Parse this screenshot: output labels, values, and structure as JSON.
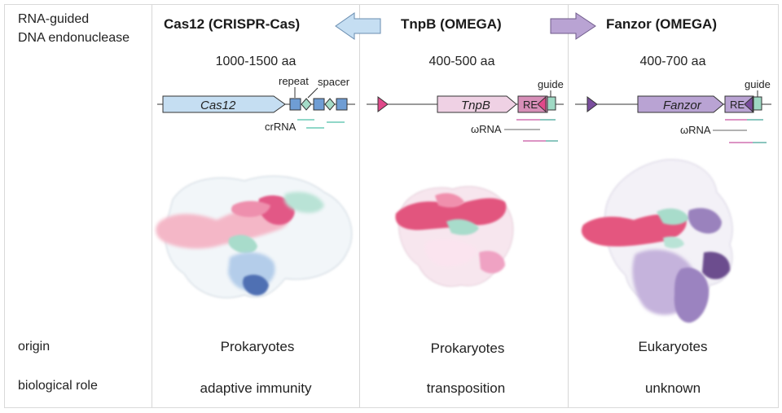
{
  "header_label": [
    "RNA-guided",
    "DNA endonuclease"
  ],
  "row_labels": {
    "origin": "origin",
    "role": "biological role"
  },
  "columns": [
    {
      "title": "Cas12 (CRISPR-Cas)",
      "size": "1000-1500 aa",
      "gene": "Cas12",
      "labels": {
        "repeat": "repeat",
        "spacer": "spacer",
        "rna": "crRNA"
      },
      "origin": "Prokaryotes",
      "role": "adaptive immunity",
      "gene_color": "#c5def2"
    },
    {
      "title": "TnpB (OMEGA)",
      "size": "400-500 aa",
      "gene": "TnpB",
      "labels": {
        "re": "RE",
        "guide": "guide",
        "rna": "ωRNA"
      },
      "origin": "Prokaryotes",
      "role": "transposition",
      "gene_color": "#efd1e4"
    },
    {
      "title": "Fanzor (OMEGA)",
      "size": "400-700 aa",
      "gene": "Fanzor",
      "labels": {
        "re": "RE",
        "guide": "guide",
        "rna": "ωRNA"
      },
      "origin": "Eukaryotes",
      "role": "unknown",
      "gene_color": "#b9a3d3"
    }
  ],
  "colors": {
    "cas_arrow": "#c5def2",
    "fanzor_arrow": "#b9a3d3",
    "repeat_box": "#6f9dd4",
    "spacer_diamond": "#a5dcc8",
    "guide_box": "#9fd9c4",
    "re_box": "#d78fb8",
    "tnpb_marker": "#e0498a",
    "fanzor_marker": "#7a4e9e",
    "rna_teal": "#6ccab5",
    "rna_pink": "#d070b0"
  }
}
